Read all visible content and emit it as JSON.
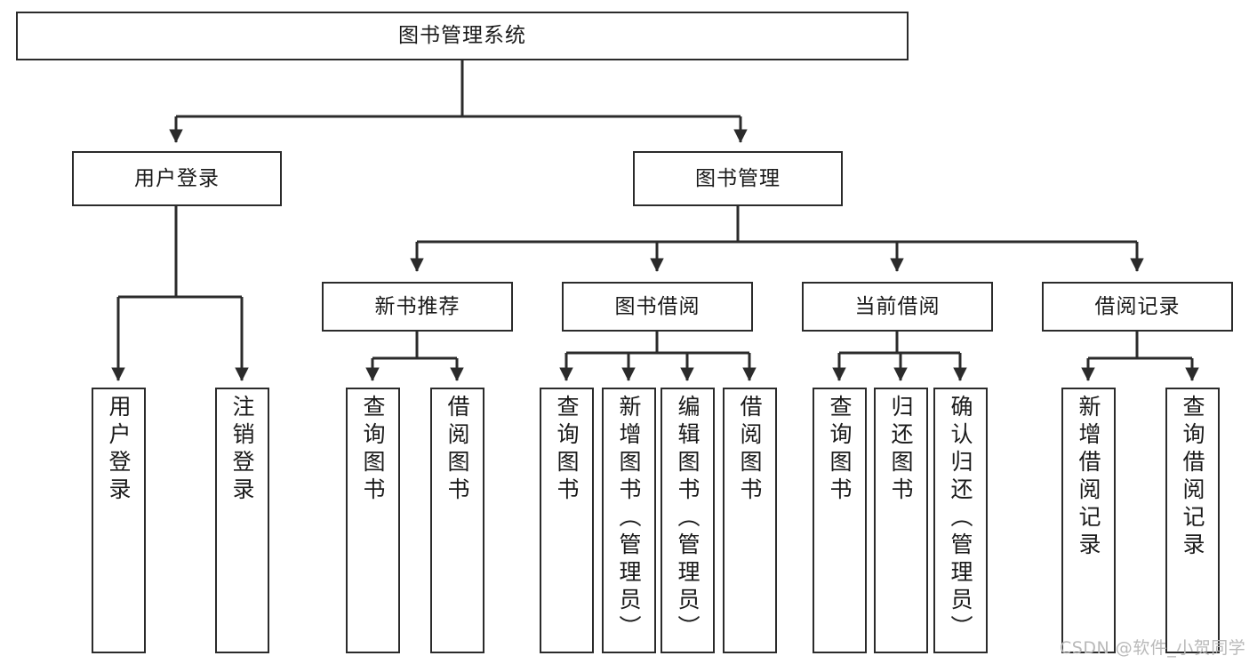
{
  "diagram": {
    "title_box": {
      "label": "图书管理系统"
    },
    "level2": [
      {
        "label": "用户登录"
      },
      {
        "label": "图书管理"
      }
    ],
    "level3": [
      {
        "label": "新书推荐"
      },
      {
        "label": "图书借阅"
      },
      {
        "label": "当前借阅"
      },
      {
        "label": "借阅记录"
      }
    ],
    "leaves": [
      {
        "label": "用户登录"
      },
      {
        "label": "注销登录"
      },
      {
        "label": "查询图书"
      },
      {
        "label": "借阅图书"
      },
      {
        "label": "查询图书"
      },
      {
        "label": "新增图书（管理员）"
      },
      {
        "label": "编辑图书（管理员）"
      },
      {
        "label": "借阅图书"
      },
      {
        "label": "查询图书"
      },
      {
        "label": "归还图书"
      },
      {
        "label": "确认归还（管理员）"
      },
      {
        "label": "新增借阅记录"
      },
      {
        "label": "查询借阅记录"
      }
    ],
    "watermark": "CSDN @软件_小贺同学",
    "colors": {
      "stroke": "#2b2b2b",
      "text": "#1a1a1a",
      "background": "#ffffff",
      "watermark": "#b9b9b9"
    }
  }
}
